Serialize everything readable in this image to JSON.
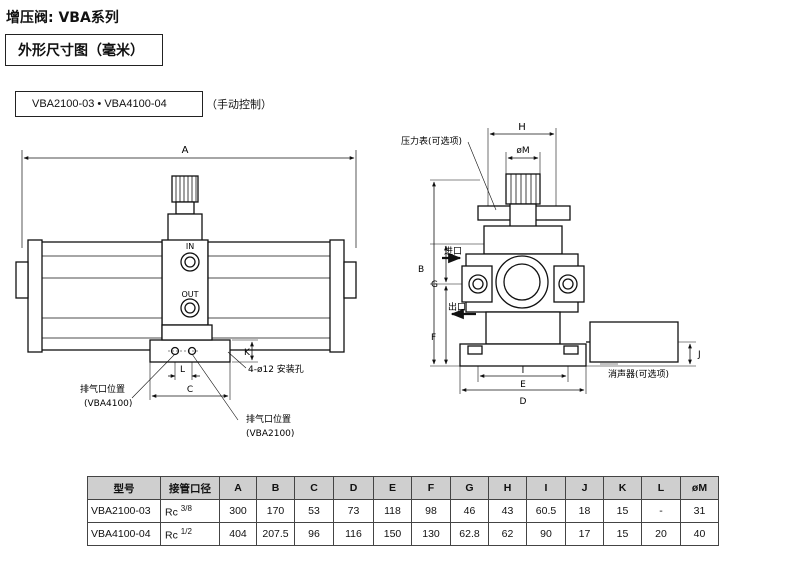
{
  "title": "增压阀: VBA系列",
  "section": "外形尺寸图（毫米）",
  "model_box": "VBA2100-03 • VBA4100-04",
  "manual_label": "（手动控制）",
  "diagram": {
    "dim_A": "A",
    "dim_C": "C",
    "dim_K": "K",
    "dim_L": "L",
    "port_in": "IN",
    "port_out": "OUT",
    "mount_holes": "4-ø12  安装孔",
    "exhaust_4100": "排气口位置",
    "exhaust_4100_model": "(VBA4100)",
    "exhaust_2100": "排气口位置",
    "exhaust_2100_model": "(VBA2100)",
    "dim_H": "H",
    "dim_M": "øM",
    "gauge_label": "压力表(可选项)",
    "inlet_label": "进口",
    "outlet_label": "出口",
    "dim_B": "B",
    "dim_G": "G",
    "dim_F": "F",
    "dim_I": "I",
    "dim_E": "E",
    "dim_D": "D",
    "dim_J": "J",
    "silencer_label": "消声器(可选项)"
  },
  "table": {
    "headers": [
      "型号",
      "接管口径",
      "A",
      "B",
      "C",
      "D",
      "E",
      "F",
      "G",
      "H",
      "I",
      "J",
      "K",
      "L",
      "øM"
    ],
    "rows": [
      {
        "model": "VBA2100-03",
        "port": "Rc",
        "frac": "3/8",
        "values": [
          "300",
          "170",
          "53",
          "73",
          "118",
          "98",
          "46",
          "43",
          "60.5",
          "18",
          "15",
          "-",
          "31"
        ]
      },
      {
        "model": "VBA4100-04",
        "port": "Rc",
        "frac": "1/2",
        "values": [
          "404",
          "207.5",
          "96",
          "116",
          "150",
          "130",
          "62.8",
          "62",
          "90",
          "17",
          "15",
          "20",
          "40"
        ]
      }
    ]
  }
}
